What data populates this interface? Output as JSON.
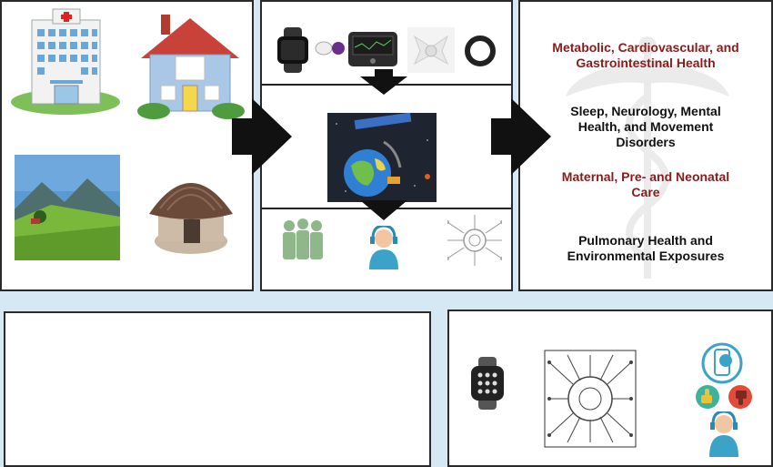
{
  "colors": {
    "background": "#d6e8f4",
    "panel_border": "#2a2a2a",
    "arrow": "#111111",
    "red_text": "#8b1a1a",
    "person_green": "#8fb88a",
    "agent_blue": "#3ba3c8"
  },
  "settings_panel": {
    "icons": [
      "hospital-icon",
      "house-icon",
      "rural-landscape-icon",
      "hut-icon"
    ]
  },
  "technology_panel": {
    "devices": [
      "smartwatch-icon",
      "sensor-icon",
      "glucose-monitor-icon",
      "patch-icon",
      "smart-ring-icon"
    ],
    "center": "satellite-earth-icon",
    "bottom": [
      "group-people-icon",
      "support-agent-icon",
      "circuit-brain-icon"
    ]
  },
  "health_panel": {
    "areas": [
      {
        "text": "Metabolic, Cardiovascular, and Gastrointestinal Health",
        "color": "red"
      },
      {
        "text": "Sleep, Neurology, Mental Health, and Movement Disorders",
        "color": "black"
      },
      {
        "text": "Maternal, Pre- and Neonatal Care",
        "color": "red"
      },
      {
        "text": "Pulmonary Health and Environmental Exposures",
        "color": "black"
      }
    ]
  },
  "bottom_left_panel": {},
  "bottom_right_panel": {
    "icons": [
      "smartwatch-icon",
      "circuit-brain-icon",
      "mobile-chat-icon",
      "thumbs-up-icon",
      "thumbs-down-icon",
      "support-agent-icon"
    ]
  }
}
